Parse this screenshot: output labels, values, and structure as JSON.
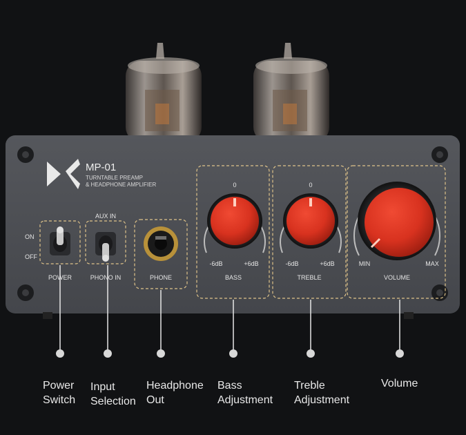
{
  "brand": {
    "model": "MP-01",
    "subtitle_line1": "TURNTABLE PREAMP",
    "subtitle_line2": "& HEADPHONE AMPLIFIER"
  },
  "panel": {
    "on_label": "ON",
    "off_label": "OFF",
    "aux_in_label": "AUX IN",
    "power_label": "POWER",
    "phono_in_label": "PHONO IN",
    "phone_label": "PHONE",
    "bass": {
      "label": "BASS",
      "zero": "0",
      "min": "-6dB",
      "max": "+6dB"
    },
    "treble": {
      "label": "TREBLE",
      "zero": "0",
      "min": "-6dB",
      "max": "+6dB"
    },
    "volume": {
      "label": "VOLUME",
      "min": "MIN",
      "max": "MAX"
    }
  },
  "callouts": [
    {
      "line1": "Power",
      "line2": "Switch"
    },
    {
      "line1": "Input",
      "line2": "Selection"
    },
    {
      "line1": "Headphone",
      "line2": "Out"
    },
    {
      "line1": "Bass",
      "line2": "Adjustment"
    },
    {
      "line1": "Treble",
      "line2": "Adjustment"
    },
    {
      "line1": "Volume",
      "line2": ""
    }
  ],
  "colors": {
    "background": "#111214",
    "panel": "#4a4c51",
    "knob": "#d8321f",
    "dashed_outline": "#e0c48a",
    "callout_text": "#e8e8e8"
  }
}
